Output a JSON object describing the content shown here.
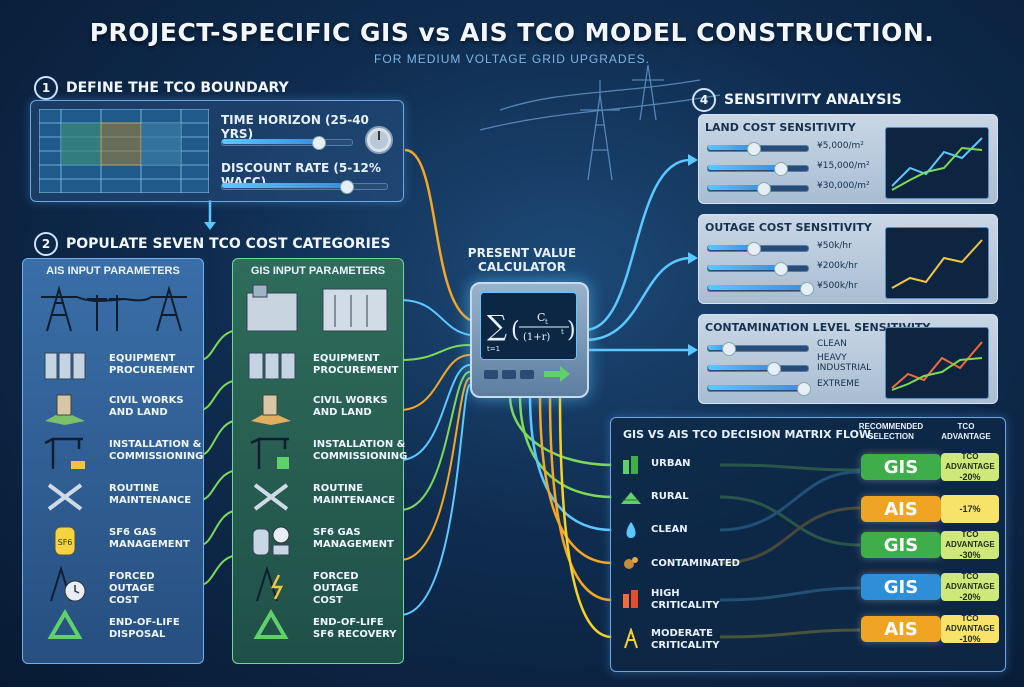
{
  "header": {
    "title": "PROJECT-SPECIFIC GIS vs AIS TCO MODEL CONSTRUCTION.",
    "subtitle": "FOR MEDIUM VOLTAGE GRID UPGRADES."
  },
  "step1": {
    "number": "1",
    "title": "DEFINE THE TCO BOUNDARY",
    "time_horizon": "TIME HORIZON (25-40 YRS)",
    "discount_rate": "DISCOUNT RATE (5-12% WACC)"
  },
  "step2": {
    "number": "2",
    "title": "POPULATE SEVEN TCO COST CATEGORIES",
    "ais": {
      "header": "AIS INPUT PARAMETERS",
      "rows": [
        "EQUIPMENT\nPROCUREMENT",
        "CIVIL WORKS\nAND LAND",
        "INSTALLATION &\nCOMMISSIONING",
        "ROUTINE\nMAINTENANCE",
        "SF6 GAS\nMANAGEMENT",
        "FORCED OUTAGE\nCOST",
        "END-OF-LIFE\nDISPOSAL"
      ]
    },
    "gis": {
      "header": "GIS INPUT PARAMETERS",
      "rows": [
        "EQUIPMENT\nPROCUREMENT",
        "CIVIL WORKS\nAND LAND",
        "INSTALLATION &\nCOMMISSIONING",
        "ROUTINE\nMAINTENANCE",
        "SF6 GAS\nMANAGEMENT",
        "FORCED OUTAGE\nCOST",
        "END-OF-LIFE\nSF6 RECOVERY"
      ]
    }
  },
  "calculator": {
    "title": "PRESENT VALUE\nCALCULATOR",
    "formula_numerator": "C",
    "formula_numerator_sub": "t",
    "formula_denominator": "(1+r)",
    "formula_exp": "t",
    "formula_sum_bottom": "t=1"
  },
  "step4": {
    "number": "4",
    "title": "SENSITIVITY ANALYSIS",
    "land": {
      "title": "LAND COST SENSITIVITY",
      "values": [
        "¥5,000/m²",
        "¥15,000/m²",
        "¥30,000/m²"
      ],
      "levels": [
        0.45,
        0.72,
        0.55
      ]
    },
    "outage": {
      "title": "OUTAGE COST SENSITIVITY",
      "values": [
        "¥50k/hr",
        "¥200k/hr",
        "¥500k/hr"
      ],
      "levels": [
        0.45,
        0.72,
        0.98
      ]
    },
    "contamination": {
      "title": "CONTAMINATION LEVEL SENSITIVITY",
      "values": [
        "CLEAN",
        "HEAVY\nINDUSTRIAL",
        "EXTREME"
      ],
      "levels": [
        0.2,
        0.65,
        0.95
      ]
    }
  },
  "matrix": {
    "title": "GIS VS AIS TCO DECISION MATRIX FLOW.",
    "col_selection": "RECOMMENDED\nSELECTION",
    "col_advantage": "TCO\nADVANTAGE",
    "rows": [
      "URBAN",
      "RURAL",
      "CLEAN",
      "CONTAMINATED",
      "HIGH\nCRITICALITY",
      "MODERATE\nCRITICALITY"
    ],
    "results": [
      {
        "selection": "GIS",
        "label": "TCO\nADVANTAGE",
        "pct": "-20%",
        "color": "#3fae4a"
      },
      {
        "selection": "AIS",
        "label": "",
        "pct": "-17%",
        "color": "#f0a424"
      },
      {
        "selection": "GIS",
        "label": "TCO\nADVANTAGE",
        "pct": "-30%",
        "color": "#3fae4a"
      },
      {
        "selection": "GIS",
        "label": "TCO\nADVANTAGE",
        "pct": "-20%",
        "color": "#2e8fd8"
      },
      {
        "selection": "AIS",
        "label": "TCO\nADVANTAGE",
        "pct": "-10%",
        "color": "#f0a424"
      }
    ]
  },
  "colors": {
    "ais_accent": "#6fb0f0",
    "gis_accent": "#6fd6a0",
    "flow_orange": "#f5a623",
    "flow_green": "#7ed957",
    "flow_blue": "#5cc8ff"
  }
}
